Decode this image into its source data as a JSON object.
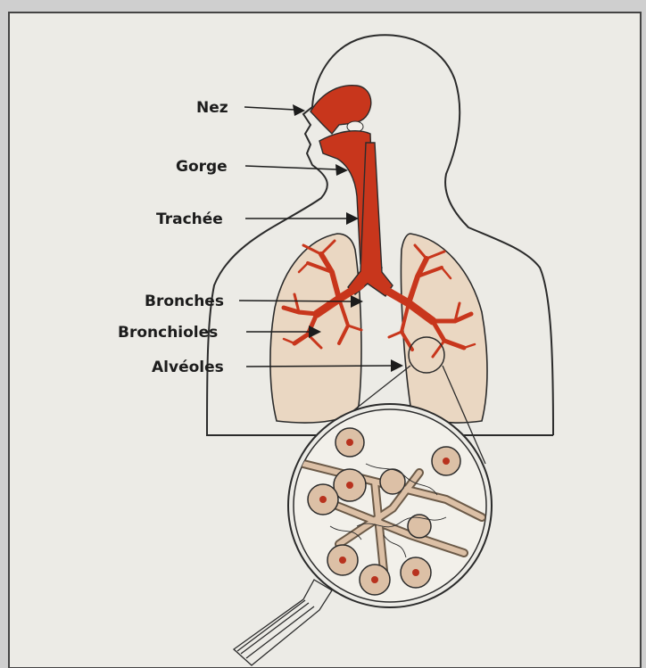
{
  "diagram": {
    "labels": [
      {
        "id": "nez",
        "text": "Nez"
      },
      {
        "id": "gorge",
        "text": "Gorge"
      },
      {
        "id": "trachee",
        "text": "Trachée"
      },
      {
        "id": "bronches",
        "text": "Bronches"
      },
      {
        "id": "bronchioles",
        "text": "Bronchioles"
      },
      {
        "id": "alveoles",
        "text": "Alvéoles"
      }
    ]
  },
  "colors": {
    "background": "#ecebe6",
    "airway": "#c8361c",
    "lung": "#ead7c2",
    "outline": "#2b2b2b",
    "alveolus": "#dcc0a6"
  }
}
